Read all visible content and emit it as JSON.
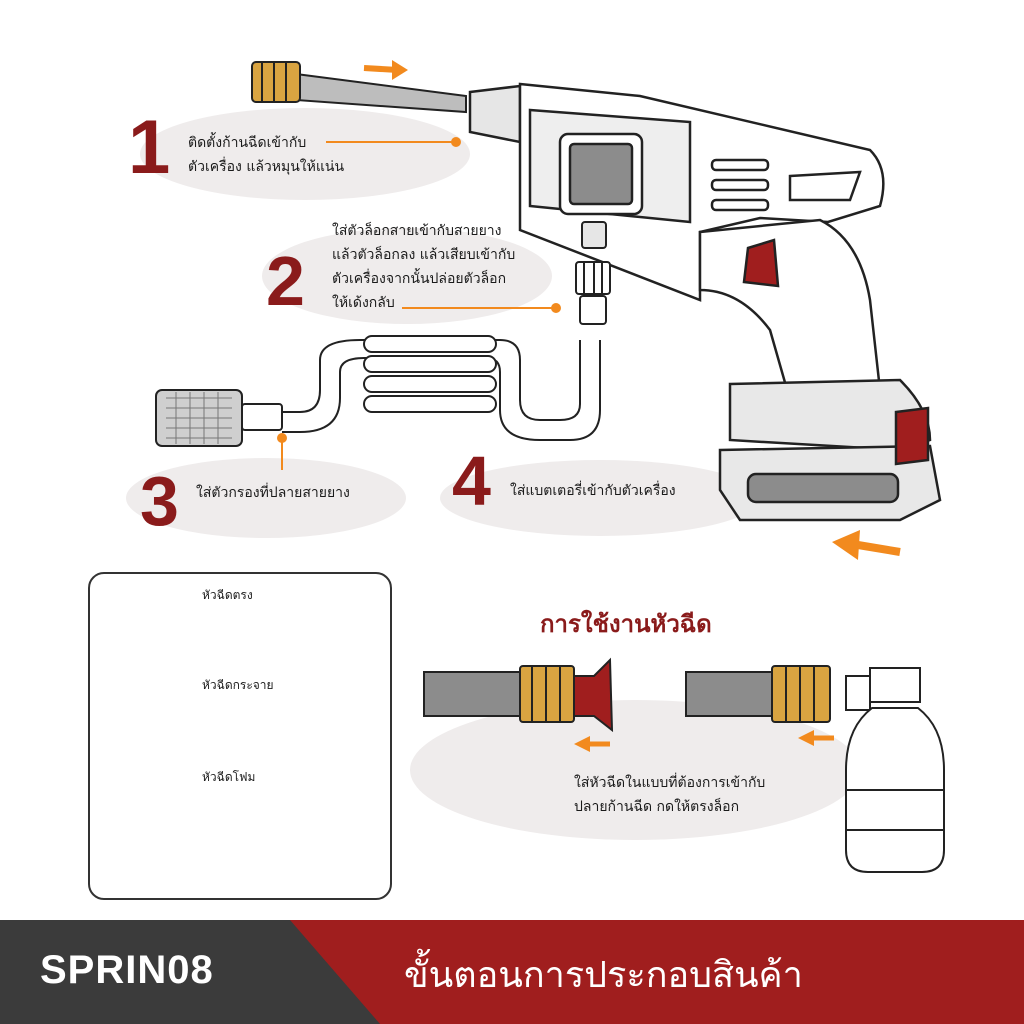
{
  "steps": [
    {
      "number": "1",
      "lines": [
        "ติดตั้งก้านฉีดเข้ากับ",
        "ตัวเครื่อง แล้วหมุนให้แน่น"
      ]
    },
    {
      "number": "2",
      "lines": [
        "ใส่ตัวล็อกสายเข้ากับสายยาง",
        "แล้วตัวล็อกลง แล้วเสียบเข้ากับ",
        "ตัวเครื่องจากนั้นปล่อยตัวล็อก",
        "ให้เด้งกลับ"
      ]
    },
    {
      "number": "3",
      "lines": [
        "ใส่ตัวกรองที่ปลายสายยาง"
      ]
    },
    {
      "number": "4",
      "lines": [
        "ใส่แบตเตอรี่เข้ากับตัวเครื่อง"
      ]
    }
  ],
  "nozzles": {
    "straight": "หัวฉีดตรง",
    "spray": "หัวฉีดกระจาย",
    "foam": "หัวฉีดโฟม"
  },
  "usage": {
    "title": "การใช้งานหัวฉีด",
    "lines": [
      "ใส่หัวฉีดในแบบที่ต้องการเข้ากับ",
      "ปลายก้านฉีด กดให้ตรงล็อก"
    ]
  },
  "footer": {
    "code": "SPRIN08",
    "title": "ขั้นตอนการประกอบสินค้า"
  },
  "colors": {
    "accent_red": "#8a1b1b",
    "arrow_orange": "#f28a1e",
    "brass": "#d9a441",
    "footer_dark": "#3b3b3b",
    "footer_red": "#a01e1e"
  }
}
